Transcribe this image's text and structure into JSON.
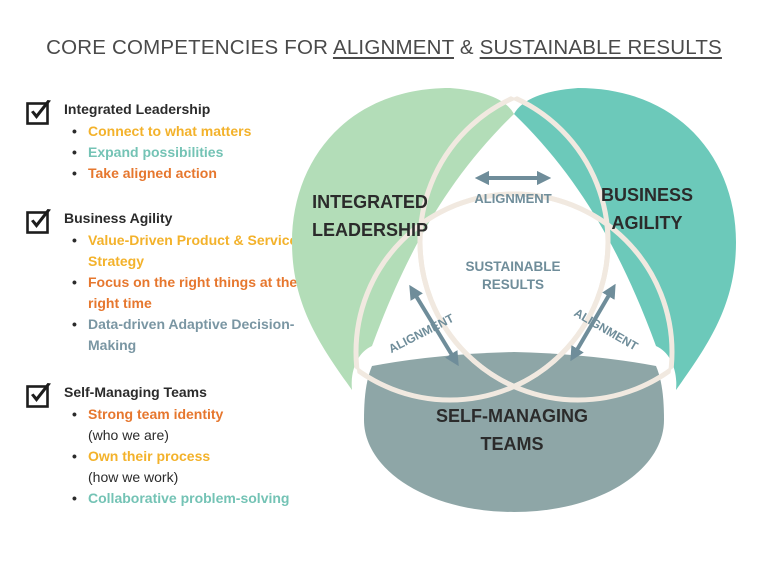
{
  "title": {
    "prefix": "CORE COMPETENCIES FOR ",
    "alignment": "ALIGNMENT",
    "amp": " & ",
    "results": "SUSTAINABLE RESULTS"
  },
  "sections": [
    {
      "title": "Integrated Leadership",
      "items": [
        {
          "text": "Connect to what matters",
          "color": "#f3b22b"
        },
        {
          "text": "Expand possibilities",
          "color": "#74c3b5"
        },
        {
          "text": "Take aligned action",
          "color": "#e6772e"
        }
      ]
    },
    {
      "title": "Business Agility",
      "items": [
        {
          "text": "Value-Driven Product & Service Strategy",
          "color": "#f3b22b"
        },
        {
          "text": "Focus on the right things at the right time",
          "color": "#e6772e"
        },
        {
          "text": "Data-driven Adaptive Decision-Making",
          "color": "#7a96a3"
        }
      ]
    },
    {
      "title": "Self-Managing Teams",
      "items": [
        {
          "text": "Strong team identity",
          "sub": "(who we are)",
          "color": "#e6772e"
        },
        {
          "text": "Own their process",
          "sub": "(how we work)",
          "color": "#f3b22b"
        },
        {
          "text": "Collaborative problem-solving",
          "color": "#74c3b5"
        }
      ]
    }
  ],
  "venn": {
    "leadership": [
      "INTEGRATED",
      "LEADERSHIP"
    ],
    "agility": [
      "BUSINESS",
      "AGILITY"
    ],
    "teams": [
      "SELF-MANAGING",
      "TEAMS"
    ],
    "center": [
      "SUSTAINABLE",
      "RESULTS"
    ],
    "alignment_top": "ALIGNMENT",
    "alignment_left": "ALIGNMENT",
    "alignment_right": "ALIGNMENT"
  },
  "colors": {
    "leadership": "#b3ddb8",
    "agility": "#6cc9ba",
    "teams": "#8ea6a7",
    "overlap_stroke": "#f1e9e0",
    "overlap_fill": "#ffffff",
    "label": "#6f8d9a",
    "circle_text": "#2b2b2b"
  }
}
